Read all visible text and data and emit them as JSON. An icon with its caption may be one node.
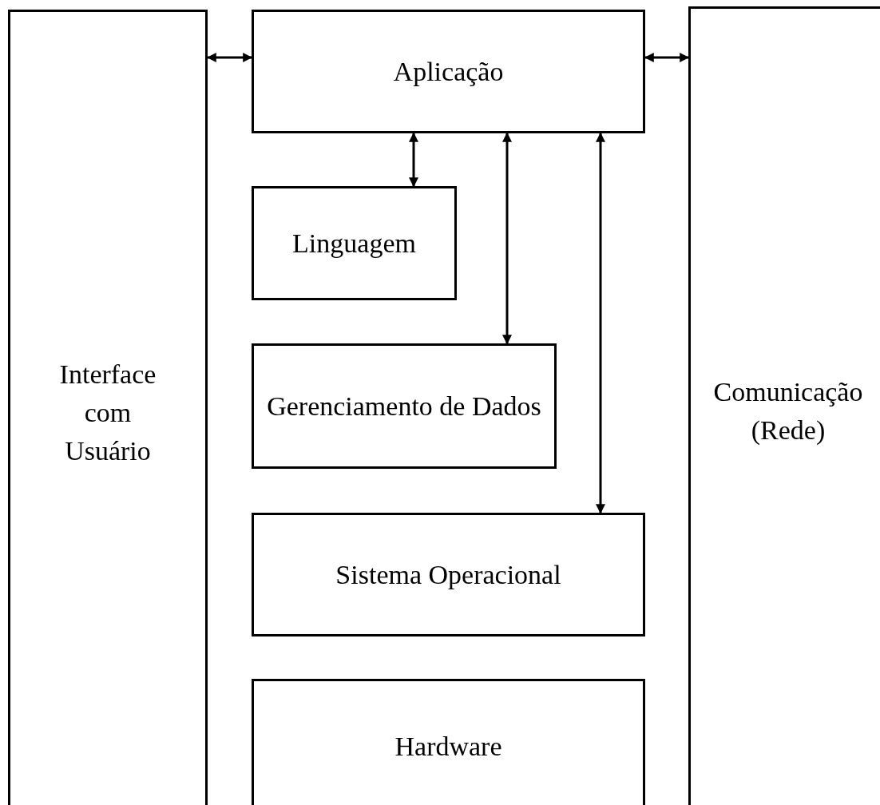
{
  "diagram": {
    "nodes": [
      {
        "text": [
          "Interface com Usuário"
        ]
      },
      {
        "text": [
          "Aplicação"
        ]
      },
      {
        "text": [
          "Comunicação (Rede)"
        ]
      },
      {
        "text": [
          "Linguagem"
        ]
      },
      {
        "text": [
          "Gerenciamento de Dados"
        ]
      },
      {
        "text": [
          "Sistema Operacional"
        ]
      },
      {
        "text": [
          "Hardware"
        ]
      }
    ],
    "edges": [
      {
        "from": 0,
        "to": 1,
        "arrow": "both"
      },
      {
        "from": 1,
        "to": 2,
        "arrow": "both"
      },
      {
        "from": 1,
        "to": 3,
        "arrow": "both"
      },
      {
        "from": 1,
        "to": 4,
        "arrow": "both"
      },
      {
        "from": 1,
        "to": 5,
        "arrow": "both"
      }
    ]
  }
}
